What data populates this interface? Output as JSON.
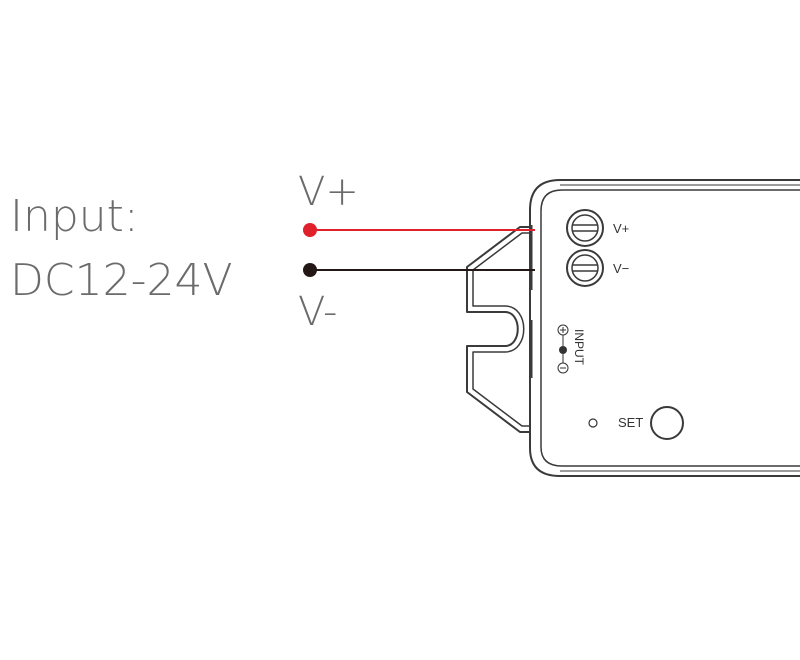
{
  "input_label": {
    "line1": "Input:",
    "line2": "DC12-24V"
  },
  "wires": {
    "positive_label": "V+",
    "negative_label": "V-",
    "positive_color": "#e0202a",
    "negative_color": "#231815"
  },
  "device": {
    "terminal_positive_label": "V+",
    "terminal_negative_label": "V−",
    "input_port_label": "INPUT",
    "set_label": "SET",
    "outline_color": "#3a3a3a"
  }
}
